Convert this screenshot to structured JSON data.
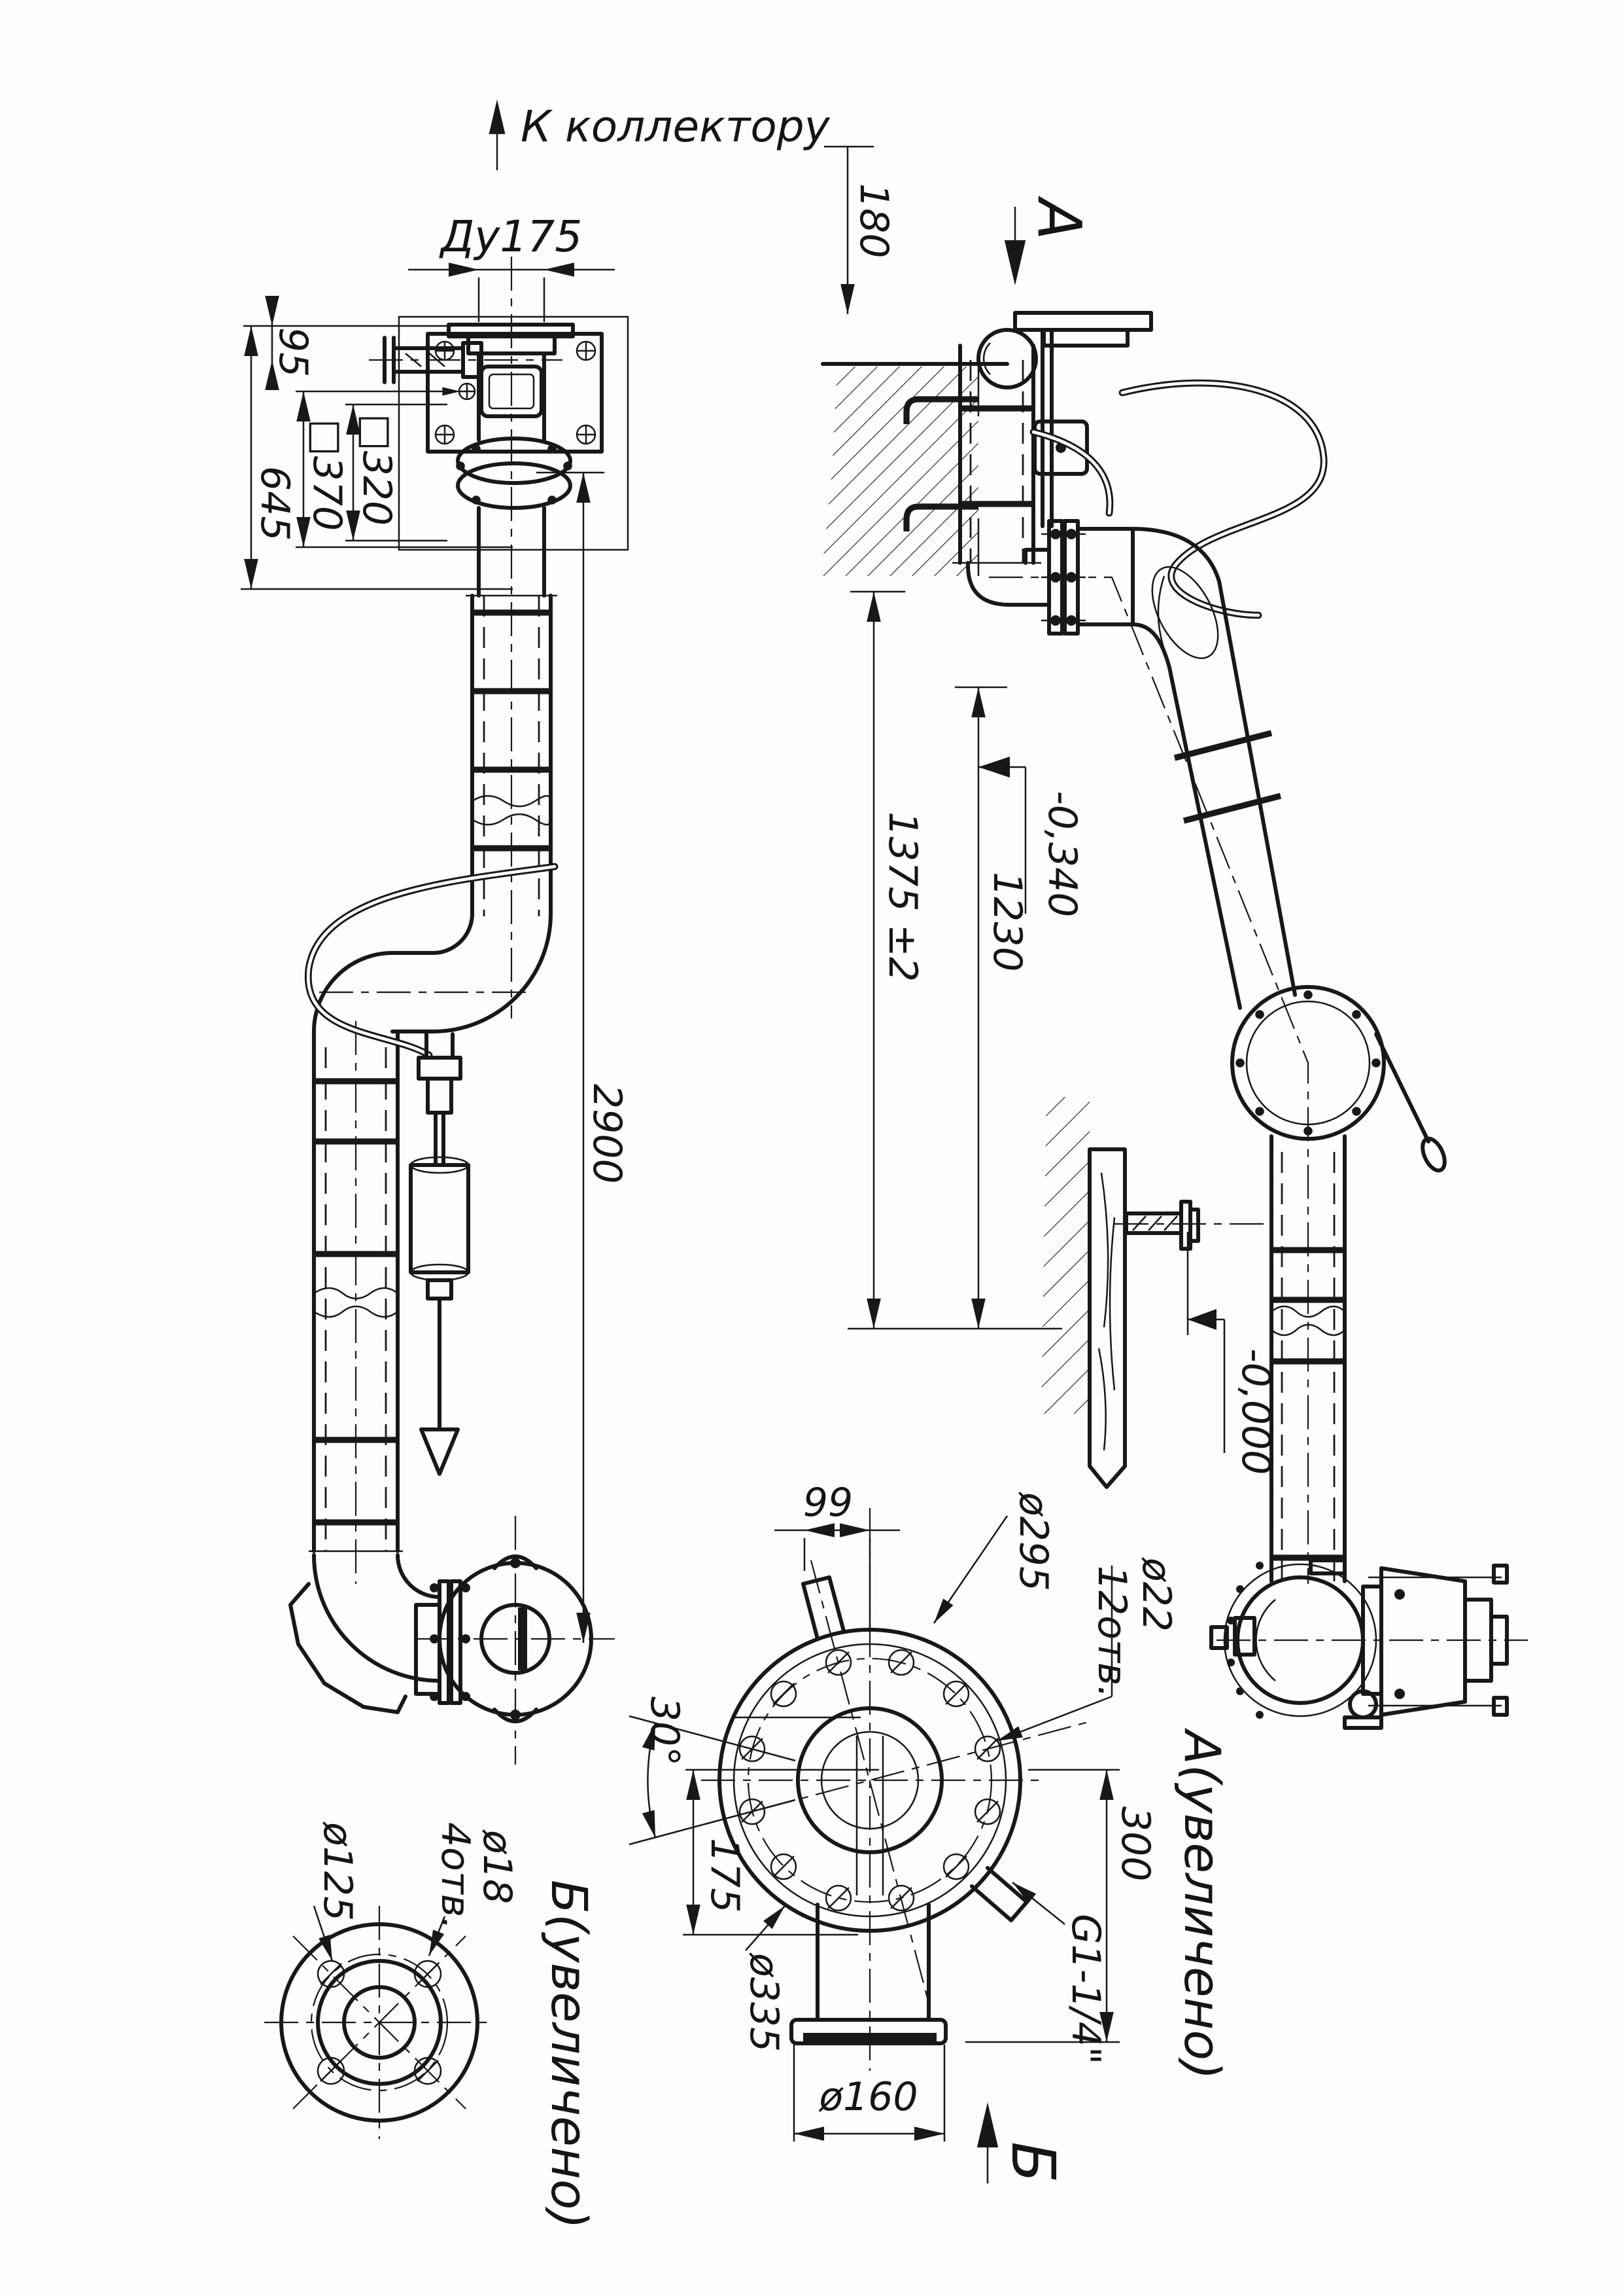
{
  "drawing": {
    "paper_color": "#fdfdfc",
    "ink_color": "#181818",
    "annotations": {
      "to_collector": "К коллектору",
      "section_a": "А",
      "view_b": "Б",
      "detail_a_title": "А(увеличено)",
      "detail_b_title": "Б(увеличено)"
    },
    "dimensions": {
      "nominal_bore": "Ду175",
      "offset_95": "95",
      "height_645": "645",
      "plate_370": "□370",
      "plate_320": "□320",
      "total_height_2900": "2900",
      "depth_180": "180",
      "height_1375": "1375 ±2",
      "height_1230": "1230",
      "elev_minus_0340": "-0,340",
      "elev_zero": "-0,000",
      "stub_offset_99": "99",
      "bolt_circle_295": "ø295",
      "hole_dia_22": "ø22",
      "holes_12": "12отв.",
      "angle_30": "30°",
      "offset_175": "175",
      "flange_dia_335": "ø335",
      "thread_g114": "G1-1/4\"",
      "height_300": "300",
      "pipe_dia_160": "ø160",
      "bolt_circle_125": "ø125",
      "hole_dia_18": "ø18",
      "holes_4": "4отв."
    }
  }
}
